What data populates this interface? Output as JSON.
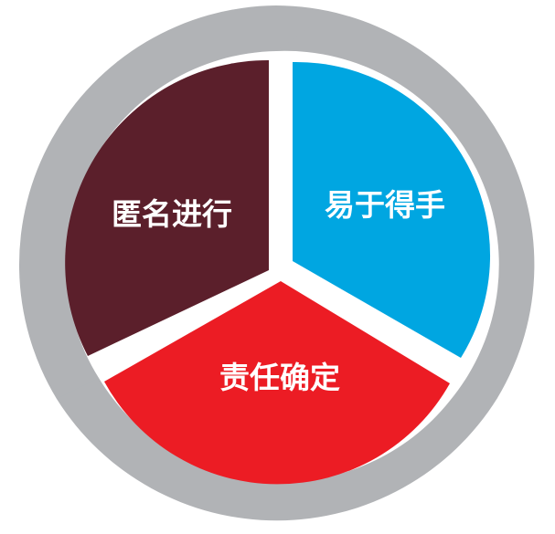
{
  "diagram": {
    "segments": [
      {
        "id": "anonymous",
        "label": "匿名进行",
        "color": "#5b1f2b"
      },
      {
        "id": "accessible",
        "label": "易于得手",
        "color": "#00a6e1"
      },
      {
        "id": "responsibility",
        "label": "责任确定",
        "color": "#ec1c24"
      }
    ],
    "ring_color": "#b1b3b6",
    "background": "#ffffff"
  }
}
